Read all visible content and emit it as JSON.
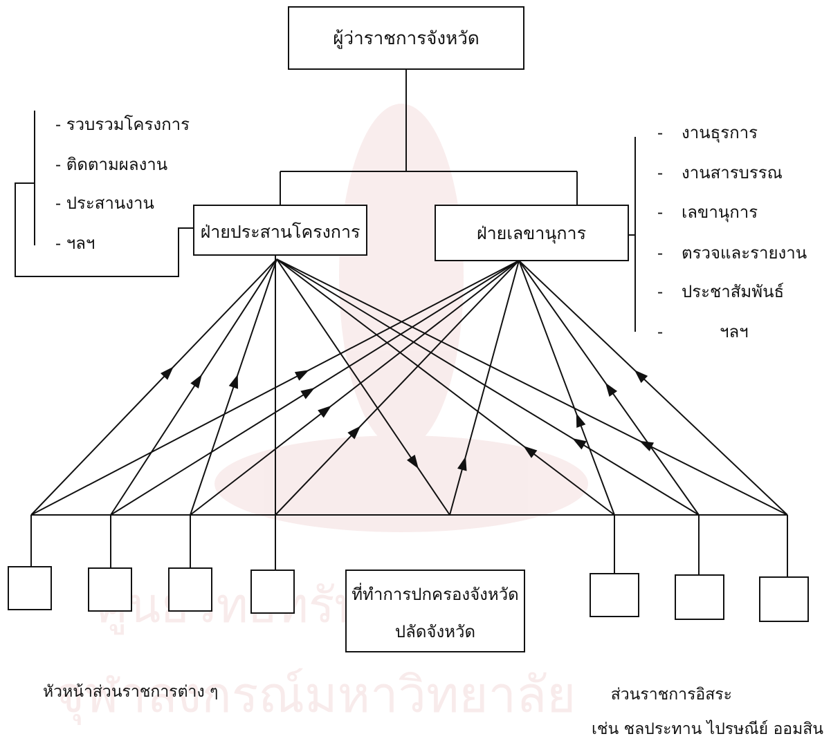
{
  "title": "ผู้ว่าราชการจังหวัด",
  "left_unit": {
    "label": "ฝ่ายประสานโครงการ",
    "duties": [
      "- รวบรวมโครงการ",
      "- ติดตามผลงาน",
      "- ประสานงาน",
      "- ฯลฯ"
    ]
  },
  "right_unit": {
    "label": "ฝ่ายเลขานุการ",
    "duties": [
      "งานธุรการ",
      "งานสารบรรณ",
      "เลขานุการ",
      "ตรวจและรายงาน",
      "ประชาสัมพันธ์",
      "ฯลฯ"
    ],
    "dash": "-"
  },
  "center_office": {
    "line1": "ที่ทำการปกครองจังหวัด",
    "line2": "ปลัดจังหวัด"
  },
  "left_caption": "หัวหน้าส่วนราชการต่าง ๆ",
  "right_caption": {
    "line1": "ส่วนราชการอิสระ",
    "line2": "เช่น ชลประทาน  ไปรษณีย์  ออมสิน"
  },
  "watermark_text": "ศูนย์วิทยทรัพยากร จุฬาลงกรณ์มหาวิทยาลัย"
}
